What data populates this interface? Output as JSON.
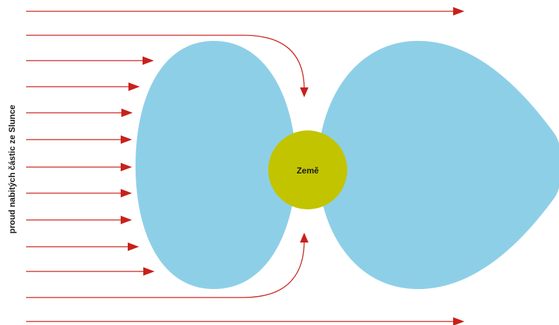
{
  "diagram": {
    "earth_label": "Země",
    "solar_wind_label": "proud nabitých částic ze Slunce",
    "colors": {
      "arrow": "#c8211b",
      "magnetosphere": "#8ecfe8",
      "earth": "#c2c400",
      "text": "#1a1a1a"
    },
    "icons": {
      "arrowhead": "triangle-arrowhead"
    }
  }
}
